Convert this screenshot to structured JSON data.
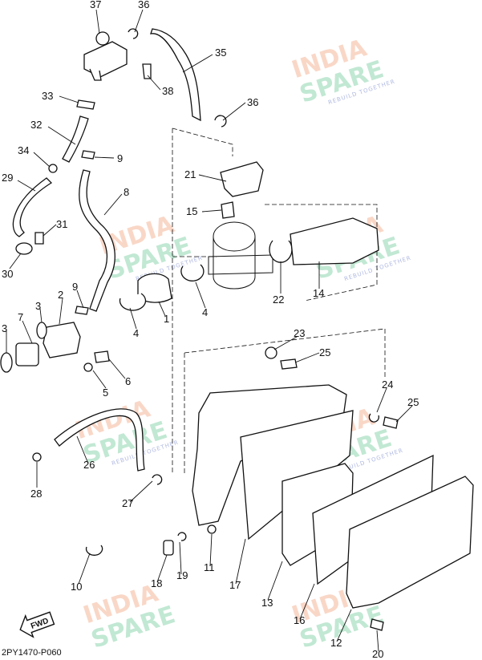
{
  "diagram_code": "2PY1470-P060",
  "fwd_label": "FWD",
  "watermark": {
    "line1": "INDIA",
    "line2": "SPARE",
    "tagline": "REBUILD TOGETHER"
  },
  "callouts": [
    "37",
    "36",
    "35",
    "38",
    "33",
    "36",
    "32",
    "34",
    "9",
    "29",
    "31",
    "30",
    "21",
    "15",
    "8",
    "9",
    "2",
    "3",
    "3",
    "7",
    "4",
    "1",
    "4",
    "22",
    "14",
    "5",
    "6",
    "23",
    "25",
    "24",
    "25",
    "26",
    "28",
    "27",
    "10",
    "18",
    "19",
    "11",
    "17",
    "13",
    "16",
    "12",
    "20"
  ]
}
